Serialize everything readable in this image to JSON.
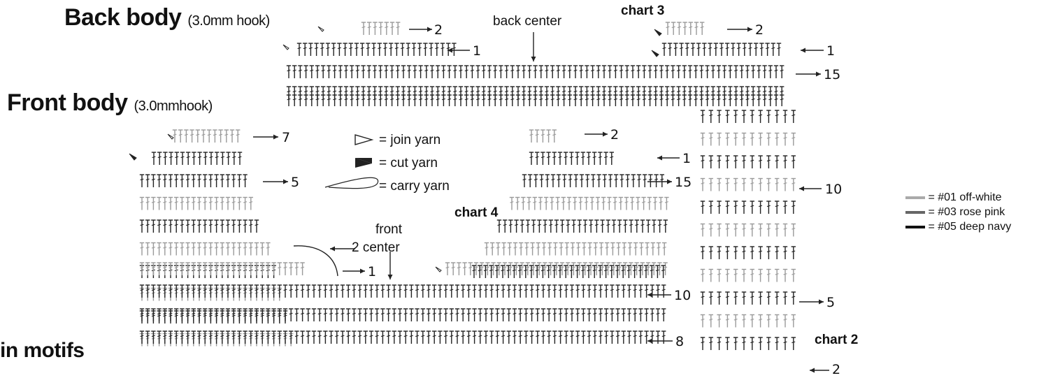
{
  "titles": {
    "back_body": "Back body",
    "back_body_hook": "(3.0mm hook)",
    "front_body": "Front body",
    "front_body_hook": "(3.0mmhook)",
    "join_motifs": "in motifs"
  },
  "chart_labels": {
    "chart2": "chart 2",
    "chart3": "chart 3",
    "chart4": "chart 4",
    "back_center": "back center",
    "front_center_line1": "front",
    "front_center_line2": "center"
  },
  "row_numbers": {
    "back_left_2": "2",
    "back_left_1": "1",
    "back_right_2": "2",
    "back_right_1": "1",
    "back_15": "15",
    "front_left_7": "7",
    "front_left_5": "5",
    "front_left_2": "2",
    "front_left_1": "1",
    "front_right_2": "2",
    "front_right_1": "1",
    "front_right_15": "15",
    "front_10": "10",
    "front_8": "8",
    "strip_10": "10",
    "strip_5": "5",
    "strip_2": "2"
  },
  "symbol_legend": {
    "join_yarn": "= join yarn",
    "cut_yarn": "= cut yarn",
    "carry_yarn": "= carry yarn"
  },
  "color_legend": [
    {
      "label": "= #01 off-white",
      "color": "#aaaaaa"
    },
    {
      "label": "= #03 rose pink",
      "color": "#666666"
    },
    {
      "label": "= #05 deep navy",
      "color": "#111111"
    }
  ]
}
